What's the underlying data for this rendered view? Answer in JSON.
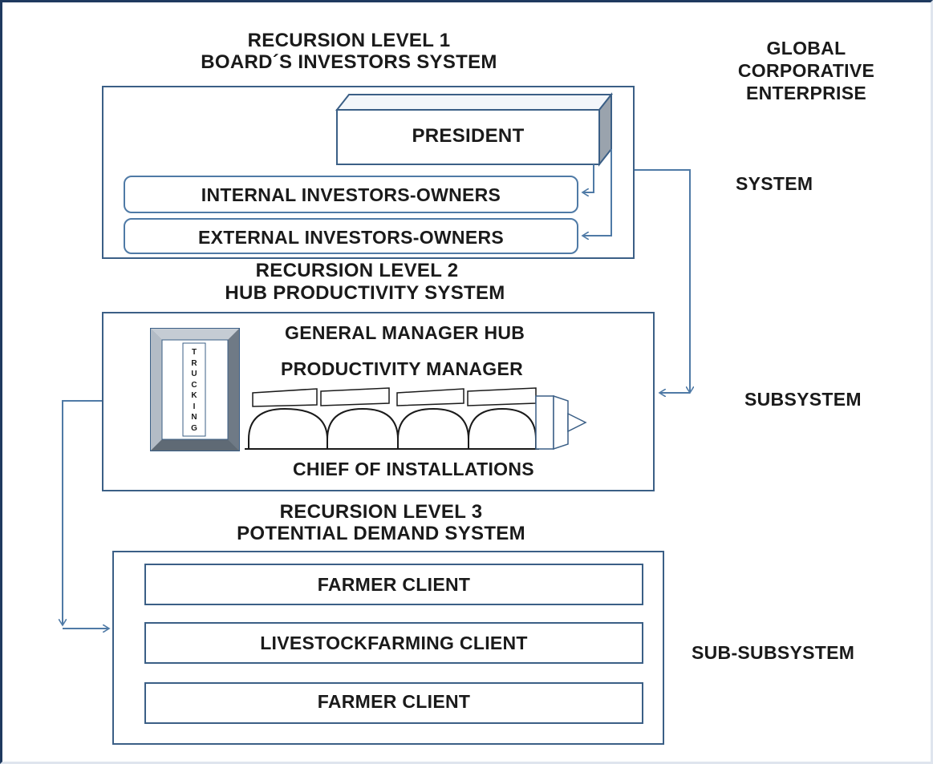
{
  "level1": {
    "title_line1": "RECURSION LEVEL 1",
    "title_line2": "BOARD´S  INVESTORS  SYSTEM",
    "president": "PRESIDENT",
    "internal": "INTERNAL INVESTORS-OWNERS",
    "external": "EXTERNAL INVESTORS-OWNERS"
  },
  "level2": {
    "title_line1": "RECURSION LEVEL 2",
    "title_line2": "HUB  PRODUCTIVITY SYSTEM",
    "general_manager": "GENERAL MANAGER HUB",
    "productivity_manager": "PRODUCTIVITY MANAGER",
    "trucking": "TRUCKING",
    "chief": "CHIEF OF INSTALLATIONS"
  },
  "level3": {
    "title_line1": "RECURSION LEVEL 3",
    "title_line2": "POTENTIAL DEMAND SYSTEM",
    "clients": [
      "FARMER CLIENT",
      "LIVESTOCKFARMING CLIENT",
      "FARMER CLIENT"
    ]
  },
  "side_labels": {
    "enterprise_line1": "GLOBAL",
    "enterprise_line2": "CORPORATIVE",
    "enterprise_line3": "ENTERPRISE",
    "system": "SYSTEM",
    "subsystem": "SUBSYSTEM",
    "subsubsystem": "SUB-SUBSYSTEM"
  },
  "colors": {
    "box_border": "#3b5f86",
    "arrow": "#4f7aa6",
    "text": "#1a1a1a"
  }
}
